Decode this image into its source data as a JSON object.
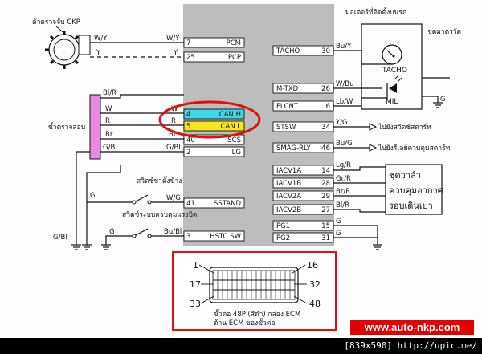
{
  "labels": {
    "ckp": "ตัวตรวจจับ CKP",
    "meter": "มอเตอร์ที่ติดตั้งบนรถ",
    "meter_set": "ชุดมาตรวัด",
    "tacho": "TACHO",
    "mil": "MIL",
    "sensor_unit": "ขั้วตรวจสอบ",
    "stand_switch": "สวิตช์ขาตั้งข้าง",
    "hstc_switch": "สวิตช์ระบบควบคุมแรงบิด",
    "to_start": "ไปยังสวิตช์สตาร์ท",
    "to_relay": "ไปยังรีเลย์ควบคุมสตาร์ท",
    "iacv_1": "ชุดวาล์ว",
    "iacv_2": "ควบคุมอากาศ",
    "iacv_3": "รอบเดินเบา",
    "connector_cap_1": "ขั้วต่อ 48P (สีดำ) กล่อง ECM",
    "connector_cap_2": "ด้าน ECM ของขั้วต่อ"
  },
  "wires": {
    "wy": "W/Y",
    "y": "Y",
    "blr": "Bl/R",
    "w": "W",
    "r": "R",
    "br": "Br",
    "gbl": "G/Bl",
    "g": "G",
    "wg": "W/G",
    "bubl": "Bu/Bl",
    "buy": "Bu/Y",
    "wbu": "W/Bu",
    "lbw": "Lb/W",
    "yg": "Y/G",
    "bug": "Bu/G",
    "lgr": "Lg/R",
    "grr": "Gr/R",
    "brr": "Br/R",
    "blr2": "Bl/R"
  },
  "left_pins": [
    {
      "num": "7",
      "name": "PCM"
    },
    {
      "num": "25",
      "name": "PCP"
    },
    {
      "num": "4",
      "name": "CAN H"
    },
    {
      "num": "5",
      "name": "CAN L"
    },
    {
      "num": "40",
      "name": "SCS"
    },
    {
      "num": "2",
      "name": "LG"
    },
    {
      "num": "41",
      "name": "SSTAND"
    },
    {
      "num": "3",
      "name": "HSTC SW"
    }
  ],
  "right_pins": [
    {
      "num": "30",
      "name": "TACHO"
    },
    {
      "num": "26",
      "name": "M-TXD"
    },
    {
      "num": "6",
      "name": "FLCNT"
    },
    {
      "num": "34",
      "name": "STSW"
    },
    {
      "num": "46",
      "name": "SMAG-RLY"
    },
    {
      "num": "14",
      "name": "IACV1A"
    },
    {
      "num": "28",
      "name": "IACV1B"
    },
    {
      "num": "29",
      "name": "IACV2A"
    },
    {
      "num": "27",
      "name": "IACV2B"
    },
    {
      "num": "15",
      "name": "PG1"
    },
    {
      "num": "31",
      "name": "PG2"
    }
  ],
  "connector_pins": {
    "p1": "1",
    "p16": "16",
    "p17": "17",
    "p32": "32",
    "p33": "33",
    "p48": "48"
  },
  "site": "www.auto-nkp.com",
  "footer": "[839x590] http://upic.me/",
  "colors": {
    "can_h": "#3fd8e6",
    "can_l": "#f6e51c",
    "ecm_gray": "#bdbdbd",
    "highlight": "#e01010",
    "connector_sensor": "#e58be0"
  }
}
